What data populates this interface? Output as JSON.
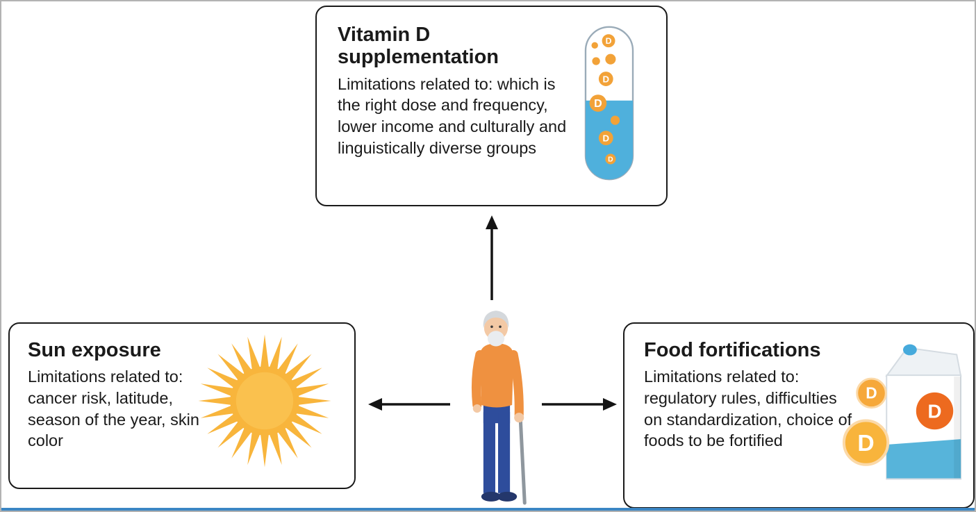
{
  "nodes": {
    "supplementation": {
      "title": "Vitamin D supplementation",
      "body": "Limitations related to: which is the right dose and frequency, lower income and culturally and linguistically diverse groups"
    },
    "sun_exposure": {
      "title": "Sun exposure",
      "body": "Limitations related to: cancer risk, latitude, season of the year, skin color"
    },
    "food_fortifications": {
      "title": "Food fortifications",
      "body": "Limitations related to: regulatory rules, difficulties on standardization, choice of foods to be fortified"
    }
  },
  "icons": {
    "d_label": "D",
    "capsule": "vitamin-d-capsule",
    "sun": "sun",
    "milk_carton": "fortified-milk-carton",
    "person": "elderly-man-with-cane",
    "arrows": [
      "up",
      "left",
      "right"
    ]
  },
  "colors": {
    "vitamin_orange": "#F2A238",
    "capsule_blue": "#4FB0DC",
    "sun_yellow": "#F8B53C",
    "label_orange": "#ED6A1F",
    "sweater_orange": "#EF9140",
    "pants_blue": "#2E4D9C",
    "arrow_black": "#141414",
    "frame_gray": "#B3B3B3",
    "bottom_rule_blue": "#3B86C4"
  }
}
